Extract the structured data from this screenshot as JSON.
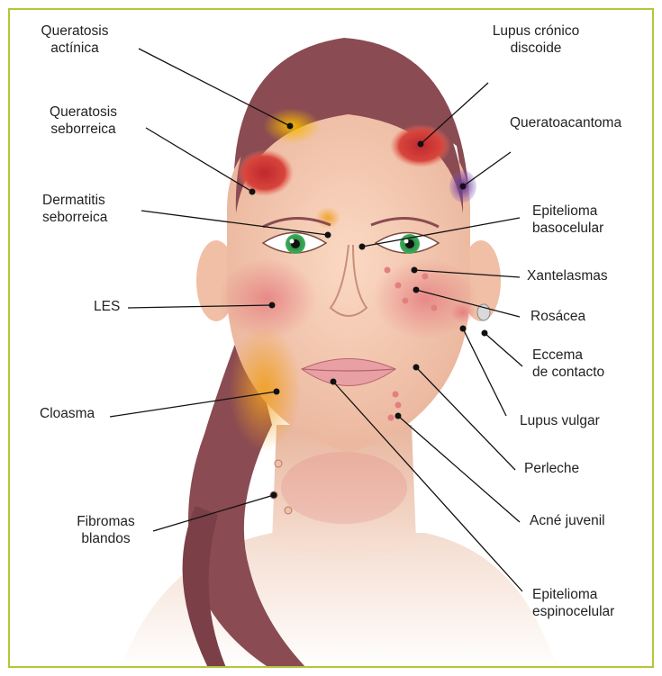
{
  "labels": {
    "queratosis_actinica": {
      "l1": "Queratosis",
      "l2": "actínica"
    },
    "queratosis_seborreica": {
      "l1": "Queratosis",
      "l2": "seborreica"
    },
    "dermatitis_seborreica": {
      "l1": "Dermatitis",
      "l2": "seborreica"
    },
    "les": "LES",
    "cloasma": "Cloasma",
    "fibromas_blandos": {
      "l1": "Fibromas",
      "l2": "blandos"
    },
    "lupus_cronico_discoide": {
      "l1": "Lupus crónico",
      "l2": "discoide"
    },
    "queratoacantoma": "Queratoacantoma",
    "epitelioma_basocelular": {
      "l1": "Epitelioma",
      "l2": "basocelular"
    },
    "xantelasmas": "Xantelasmas",
    "rosacea": "Rosácea",
    "eccema_contacto": {
      "l1": "Eccema",
      "l2": "de contacto"
    },
    "lupus_vulgar": "Lupus vulgar",
    "perleche": "Perleche",
    "acne_juvenil": "Acné juvenil",
    "epitelioma_espinocelular": {
      "l1": "Epitelioma",
      "l2": "espinocelular"
    }
  },
  "colors": {
    "border": "#b5c63a",
    "skin": "#f6cdb4",
    "hair": "#8a4b52",
    "leader_line": "#111111"
  }
}
